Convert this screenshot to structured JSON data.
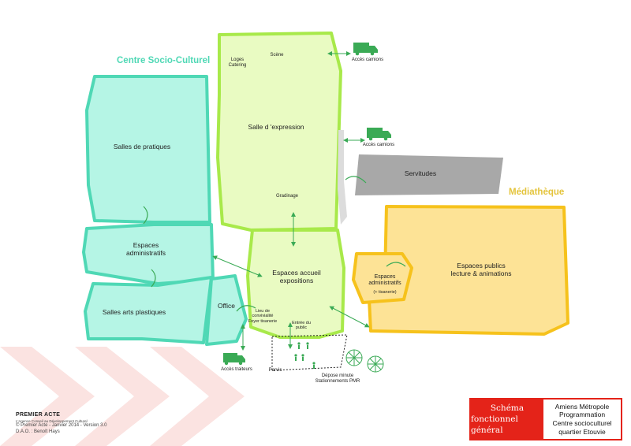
{
  "groups": {
    "centre": {
      "label": "Centre Socio-Culturel",
      "color": "#4fd8b5"
    },
    "mediatheque": {
      "label": "Médiathèque",
      "color": "#e4c43c"
    }
  },
  "spaces": {
    "salles_pratiques": "Salles de pratiques",
    "espaces_admin_centre": [
      "Espaces",
      "administratifs"
    ],
    "salles_arts": "Salles arts plastiques",
    "office": "Office",
    "salle_expression": "Salle d 'expression",
    "scene": "Scène",
    "loges": [
      "Loges",
      "Catering"
    ],
    "gradinage": "Gradinage",
    "accueil": [
      "Espaces accueil",
      "expositions"
    ],
    "convivialite": [
      "Lieu de",
      "convivialité",
      "Foyer tisanerie"
    ],
    "entree": [
      "Entrée du",
      "public"
    ],
    "servitudes": "Servitudes",
    "espaces_publics": [
      "Espaces publics",
      "lecture & animations"
    ],
    "espaces_admin_media": [
      "Espaces",
      "administratifs"
    ],
    "tisanerie": "(+ tisanerie)"
  },
  "access": {
    "camions_1": "Accès camions",
    "camions_2": "Accès camions",
    "traiteurs": "Accès traiteurs",
    "parvis": "Parvis",
    "depose": [
      "Dépose minute",
      "Stationnements PMR"
    ]
  },
  "brand": {
    "name": "PREMIER ACTE",
    "tagline": "L'Agence Conseil au Développement Culturel",
    "credit": "© Premier Acte - Janvier 2014 - Version 3.0",
    "dao": "D.A.O. : Benoît Hays"
  },
  "title_block": {
    "main": [
      "Schéma",
      "fonctionnel général"
    ],
    "client": [
      "Amiens Métropole",
      "Programmation",
      "Centre socioculturel",
      "quartier Etouvie"
    ]
  },
  "colors": {
    "centre_fill": "#b5f5e5",
    "salle_fill": "#e9fbc2",
    "salle_stroke": "#a8e94a",
    "media_fill": "#fde396",
    "media_stroke": "#f6c21c",
    "servitudes_fill": "#a8a8a8",
    "arrow": "#3aaa55",
    "title_red": "#e42319"
  }
}
